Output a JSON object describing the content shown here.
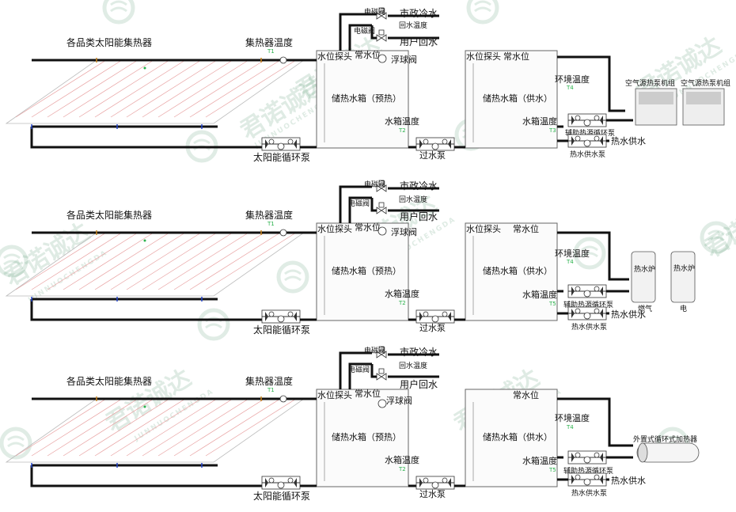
{
  "labels": {
    "collector": "各品类太阳能集热器",
    "collector_temp": "集热器温度",
    "solar_pump": "太阳能循环泵",
    "level_probe": "水位探头",
    "normal_level": "常水位",
    "float_valve": "浮球阀",
    "preheat_tank": "储热水箱（预热）",
    "supply_tank": "储热水箱（供水）",
    "tank_temp": "水箱温度",
    "transfer_pump": "过水泵",
    "solenoid": "电磁阀",
    "municipal_cold": "市政冷水",
    "return_temp": "回水温度",
    "user_return": "用户回水",
    "env_temp": "环境温度",
    "aux_pump": "辅助热源循环泵",
    "hot_supply": "热水供水",
    "hot_pump": "热水供水泵",
    "air_pump_unit": "空气源热泵机组",
    "boiler": "热水炉",
    "gas": "燃气",
    "electric": "电",
    "ext_heater": "外置式循环式加热器"
  },
  "sensor_tags": {
    "t1": "T1",
    "t2": "T2",
    "t3": "T3",
    "t4": "T4",
    "t5": "T5"
  },
  "watermark": {
    "brand": "君诺诚达",
    "sub": "JUNNUOCHENGDA"
  },
  "colors": {
    "pipe": "#111111",
    "panel": "#e8a0a0",
    "sensor_tag": "#2bb24c",
    "watermark": "#3c8a5c"
  }
}
